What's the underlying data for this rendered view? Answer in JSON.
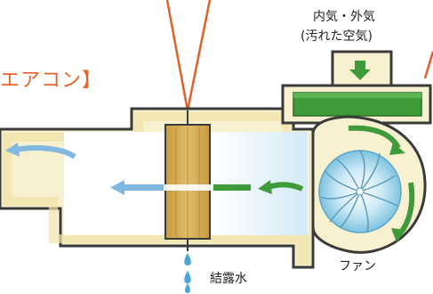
{
  "title": "エアコン】",
  "labels": {
    "air_source_line1": "内気・外気",
    "air_source_line2": "(汚れた空気)",
    "fan": "ファン",
    "condensation": "結露水"
  },
  "colors": {
    "accent_orange": "#e0622b",
    "duct_outline": "#3a3a3a",
    "duct_fill": "#f7f1d0",
    "duct_border": "#ece2a4",
    "filter_green": "#3f9a3a",
    "evaporator": "#d9b25c",
    "blower": "#a9d8ec",
    "water": "#4fa7d6",
    "airflow_blue": "#7fb8e0"
  }
}
